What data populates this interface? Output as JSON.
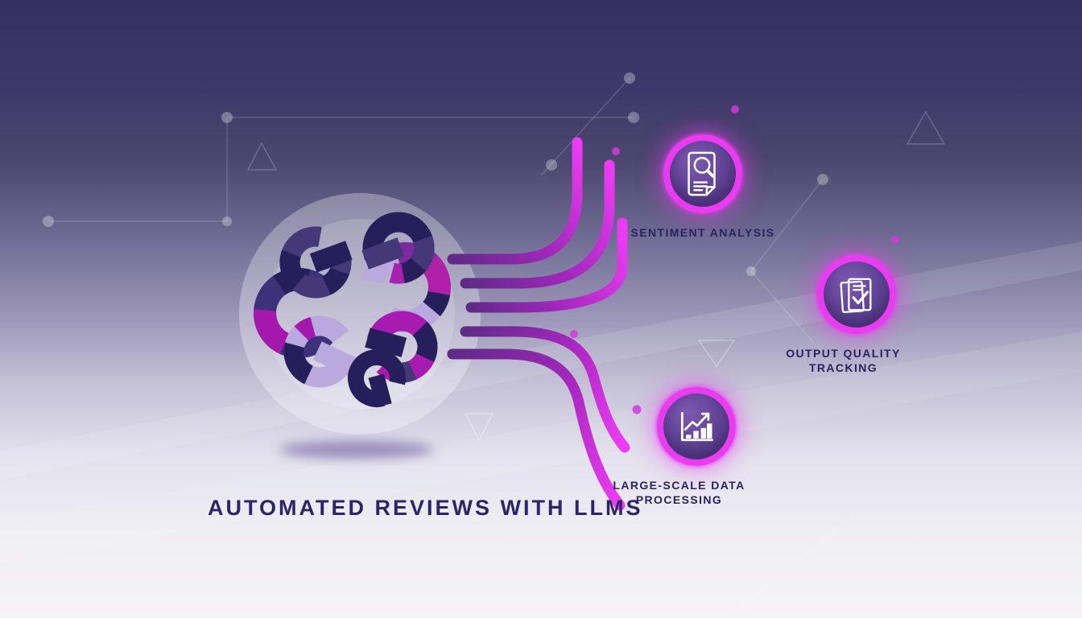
{
  "title": "AUTOMATED REVIEWS WITH LLMS",
  "features": [
    {
      "label": "SENTIMENT ANALYSIS",
      "icon": "document-search-icon"
    },
    {
      "label": "OUTPUT QUALITY TRACKING",
      "icon": "documents-checkmark-icon"
    },
    {
      "label": "LARGE-SCALE DATA PROCESSING",
      "icon": "bar-chart-growth-icon"
    }
  ],
  "logo": {
    "icon": "interlocked-rings-brain-logo"
  },
  "colors": {
    "accent_magenta": "#e93cf0",
    "flow_line_start": "#5f2b86",
    "flow_line_end": "#ee3cf4",
    "deep_navy": "#271f5c",
    "purple": "#453879",
    "lavender": "#b9a9de",
    "magenta": "#a81bb0",
    "title_text": "#2e2566",
    "background_top": "#343061",
    "background_bottom": "#f4f3f7"
  }
}
